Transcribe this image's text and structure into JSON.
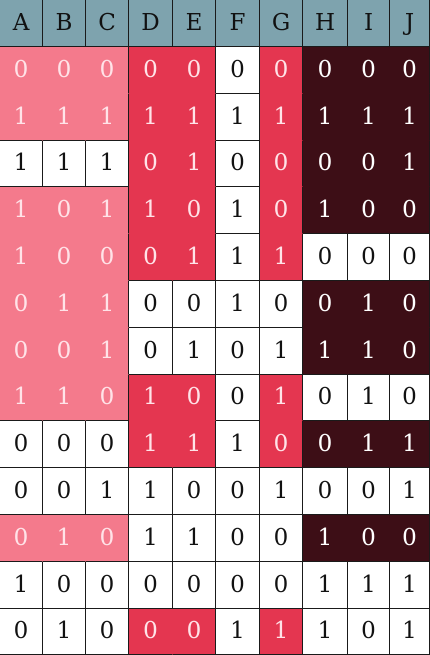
{
  "headers": [
    "A",
    "B",
    "C",
    "D",
    "E",
    "F",
    "G",
    "H",
    "I",
    "J"
  ],
  "rows": [
    [
      "0",
      "0",
      "0",
      "0",
      "0",
      "0",
      "0",
      "0",
      "0",
      "0"
    ],
    [
      "1",
      "1",
      "1",
      "1",
      "1",
      "1",
      "1",
      "1",
      "1",
      "1"
    ],
    [
      "1",
      "1",
      "1",
      "0",
      "1",
      "0",
      "0",
      "0",
      "0",
      "1"
    ],
    [
      "1",
      "0",
      "1",
      "1",
      "0",
      "1",
      "0",
      "1",
      "0",
      "0"
    ],
    [
      "1",
      "0",
      "0",
      "0",
      "1",
      "1",
      "1",
      "0",
      "0",
      "0"
    ],
    [
      "0",
      "1",
      "1",
      "0",
      "0",
      "1",
      "0",
      "0",
      "1",
      "0"
    ],
    [
      "0",
      "0",
      "1",
      "0",
      "1",
      "0",
      "1",
      "1",
      "1",
      "0"
    ],
    [
      "1",
      "1",
      "0",
      "1",
      "0",
      "0",
      "1",
      "0",
      "1",
      "0"
    ],
    [
      "0",
      "0",
      "0",
      "1",
      "1",
      "1",
      "0",
      "0",
      "1",
      "1"
    ],
    [
      "0",
      "0",
      "1",
      "1",
      "0",
      "0",
      "1",
      "0",
      "0",
      "1"
    ],
    [
      "0",
      "1",
      "0",
      "1",
      "1",
      "0",
      "0",
      "1",
      "0",
      "0"
    ],
    [
      "1",
      "0",
      "0",
      "0",
      "0",
      "0",
      "0",
      "1",
      "1",
      "1"
    ],
    [
      "0",
      "1",
      "0",
      "0",
      "0",
      "1",
      "1",
      "1",
      "0",
      "1"
    ]
  ],
  "colors": {
    "header": "#7ea3ae",
    "white": "#ffffff",
    "pink": "#f47a8c",
    "red": "#e43650",
    "dark": "#3d0e16"
  },
  "cell_colors": [
    [
      "pink",
      "pink",
      "pink",
      "red",
      "red",
      "white",
      "red",
      "dark",
      "dark",
      "dark"
    ],
    [
      "pink",
      "pink",
      "pink",
      "red",
      "red",
      "white",
      "red",
      "dark",
      "dark",
      "dark"
    ],
    [
      "white",
      "white",
      "white",
      "red",
      "red",
      "white",
      "red",
      "dark",
      "dark",
      "dark"
    ],
    [
      "pink",
      "pink",
      "pink",
      "red",
      "red",
      "white",
      "red",
      "dark",
      "dark",
      "dark"
    ],
    [
      "pink",
      "pink",
      "pink",
      "red",
      "red",
      "white",
      "red",
      "white",
      "white",
      "white"
    ],
    [
      "pink",
      "pink",
      "pink",
      "white",
      "white",
      "white",
      "white",
      "dark",
      "dark",
      "dark"
    ],
    [
      "pink",
      "pink",
      "pink",
      "white",
      "white",
      "white",
      "white",
      "dark",
      "dark",
      "dark"
    ],
    [
      "pink",
      "pink",
      "pink",
      "red",
      "red",
      "white",
      "red",
      "white",
      "white",
      "white"
    ],
    [
      "white",
      "white",
      "white",
      "red",
      "red",
      "white",
      "red",
      "dark",
      "dark",
      "dark"
    ],
    [
      "white",
      "white",
      "white",
      "white",
      "white",
      "white",
      "white",
      "white",
      "white",
      "white"
    ],
    [
      "pink",
      "pink",
      "pink",
      "white",
      "white",
      "white",
      "white",
      "dark",
      "dark",
      "dark"
    ],
    [
      "white",
      "white",
      "white",
      "white",
      "white",
      "white",
      "white",
      "white",
      "white",
      "white"
    ],
    [
      "white",
      "white",
      "white",
      "red",
      "red",
      "white",
      "red",
      "white",
      "white",
      "white"
    ]
  ]
}
